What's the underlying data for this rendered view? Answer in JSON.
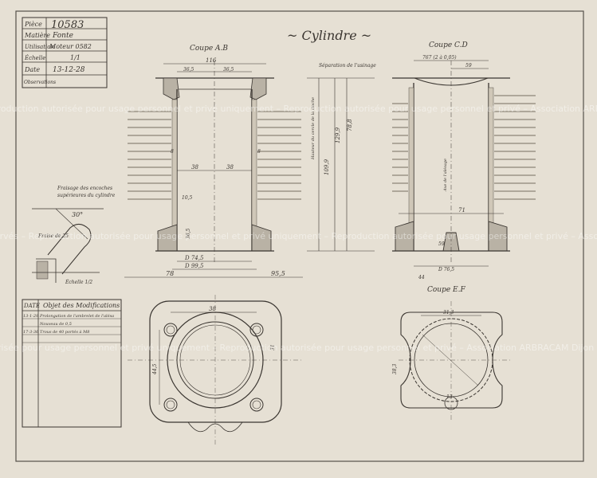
{
  "title_block": {
    "rows": [
      {
        "label": "Pièce",
        "value": "10583"
      },
      {
        "label": "Matière",
        "value": "Fonte"
      },
      {
        "label": "Utilisation",
        "value": "Moteur 0582"
      },
      {
        "label": "Échelle",
        "value": "1/1"
      },
      {
        "label": "Date",
        "value": "13-12-28"
      },
      {
        "label": "Observations",
        "value": ""
      }
    ]
  },
  "drawing_title": "~ Cylindre ~",
  "view_labels": {
    "section_ab": "Coupe A.B",
    "section_cd": "Coupe C.D",
    "section_ef": "Coupe E.F"
  },
  "detail": {
    "caption_line1": "Fraisage des encoches",
    "caption_line2": "supérieures du cylindre",
    "angle": "30°",
    "note": "Fraise de 25",
    "scale_note": "Échelle 1/2"
  },
  "modifications": {
    "header_date": "DATE",
    "header_object": "Objet des Modifications",
    "entries": [
      {
        "date": "13-1-29",
        "text": "Prolongation de l'ambrelet de l'alésa"
      },
      {
        "date": "",
        "text": "Nouveau de 0,5"
      },
      {
        "date": "17-3-36",
        "text": "Trous de 40 portés à M8"
      }
    ]
  },
  "dimensions": {
    "top_width": "116",
    "d1": "36,5",
    "d2": "36,5",
    "bore_half": "38",
    "bore_half2": "38",
    "d_bottom": "D 74,5",
    "d_bottom2": "D 99,5",
    "left_offset": "78",
    "right_offset": "95,5",
    "height_a": "129,9",
    "height_b": "109,9",
    "height_c": "78,8",
    "h_small": "10,5",
    "d_small": "36,5",
    "s1": "8",
    "s2": "8",
    "r1": "767 (2 à 0,05)",
    "r2": "59",
    "r3": "59",
    "r4": "D 76,5",
    "d71": "71",
    "d44": "44",
    "c38": "38",
    "c31": "31",
    "c44": "44,5",
    "c31b": "31,3",
    "c38b": "38,3",
    "c13": "13"
  },
  "annotations": {
    "sep_label": "Séparation de l'usinage",
    "vert_note": "Hauteur du cercle de la cloche",
    "vert_note2": "Axe de l'alésage"
  },
  "watermark": "Droits réservés – Reproduction autorisée pour usage personnel et privé uniquement – Reproduction autorisée pour usage personnel et privé – Association ARBRACAM Dijon – www.arbracam.org –",
  "colors": {
    "paper": "#e6e0d4",
    "ink": "#3a3530",
    "frame": "#6e6a63"
  }
}
